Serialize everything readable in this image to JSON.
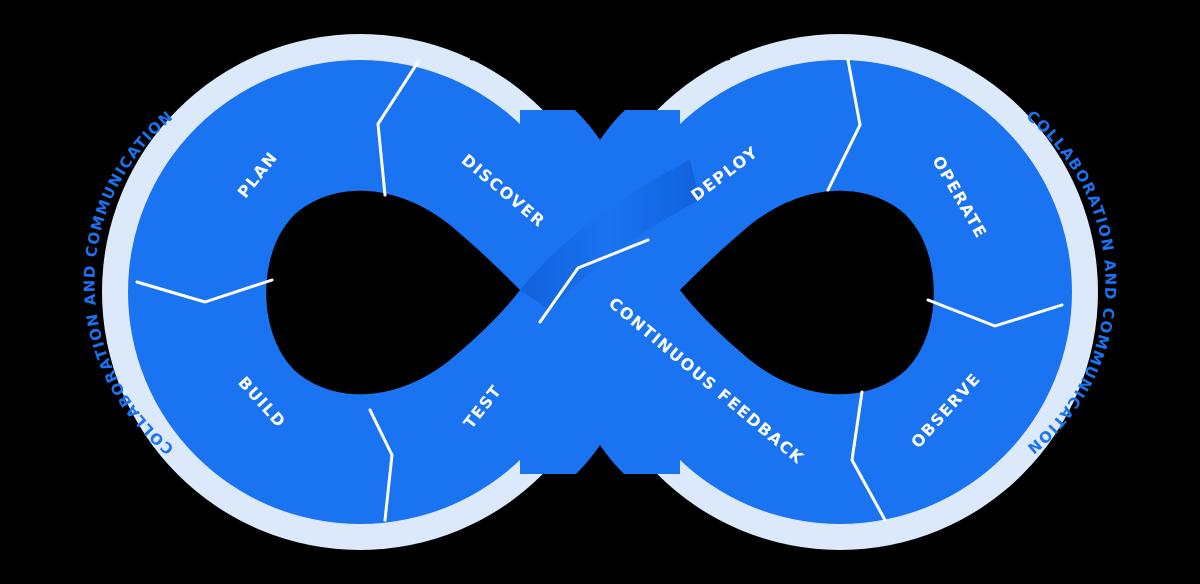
{
  "diagram": {
    "outer_label_left": "COLLABORATION AND COMMUNICATION",
    "outer_label_right": "COLLABORATION AND COMMUNICATION",
    "stages": {
      "plan": "PLAN",
      "build": "BUILD",
      "test": "TEST",
      "discover": "DISCOVER",
      "deploy": "DEPLOY",
      "operate": "OPERATE",
      "observe": "OBSERVE",
      "continuous_feedback": "CONTINUOUS FEEDBACK"
    },
    "colors": {
      "background": "#000000",
      "outer_ring": "#dce9fb",
      "band": "#1a73f0",
      "band_dark": "#0d5bd3",
      "divider": "#ffffff",
      "text": "#ffffff"
    }
  }
}
